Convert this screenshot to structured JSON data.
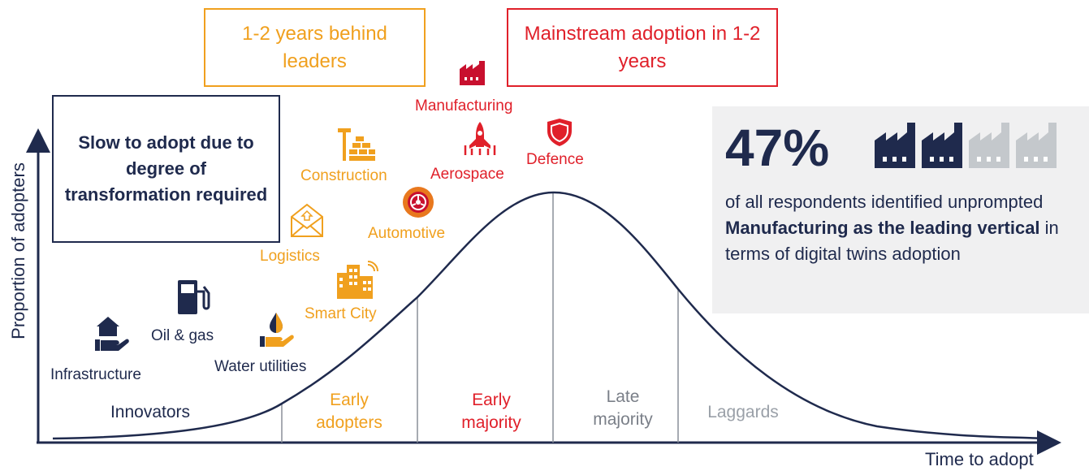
{
  "colors": {
    "navy": "#1f2a4d",
    "orange": "#f0a01e",
    "red": "#e0202a",
    "gray": "#9aa0a8",
    "light_gray": "#f0f0f1",
    "icon_navy": "#1f2a4d",
    "icon_dark_red": "#c8102e",
    "icon_gray": "#c4c8cc"
  },
  "axes": {
    "y_label": "Proportion of adopters",
    "x_label": "Time to adopt"
  },
  "callouts": {
    "slow": "Slow to adopt due to degree of transformation required",
    "behind": "1-2 years behind leaders",
    "mainstream": "Mainstream adoption in 1-2 years"
  },
  "stages": {
    "innovators": "Innovators",
    "early_adopters": "Early adopters",
    "early_majority": "Early majority",
    "late_majority": "Late majority",
    "laggards": "Laggards"
  },
  "industries": {
    "infrastructure": {
      "label": "Infrastructure",
      "icon": "hand-house-icon"
    },
    "oil_gas": {
      "label": "Oil & gas",
      "icon": "fuel-pump-icon"
    },
    "water": {
      "label": "Water utilities",
      "icon": "hand-drop-icon"
    },
    "smart_city": {
      "label": "Smart City",
      "icon": "city-icon"
    },
    "logistics": {
      "label": "Logistics",
      "icon": "envelope-icon"
    },
    "automotive": {
      "label": "Automotive",
      "icon": "wheel-icon"
    },
    "construction": {
      "label": "Construction",
      "icon": "bricks-icon"
    },
    "aerospace": {
      "label": "Aerospace",
      "icon": "rocket-icon"
    },
    "manufacturing": {
      "label": "Manufacturing",
      "icon": "factory-icon"
    },
    "defence": {
      "label": "Defence",
      "icon": "shield-icon"
    }
  },
  "stat": {
    "value": "47%",
    "factories_filled": 2,
    "factories_total": 4,
    "text_plain_1": "of all respondents identified unprompted ",
    "text_bold": "Manufacturing as the leading vertical",
    "text_plain_2": " in terms of digital twins adoption"
  }
}
